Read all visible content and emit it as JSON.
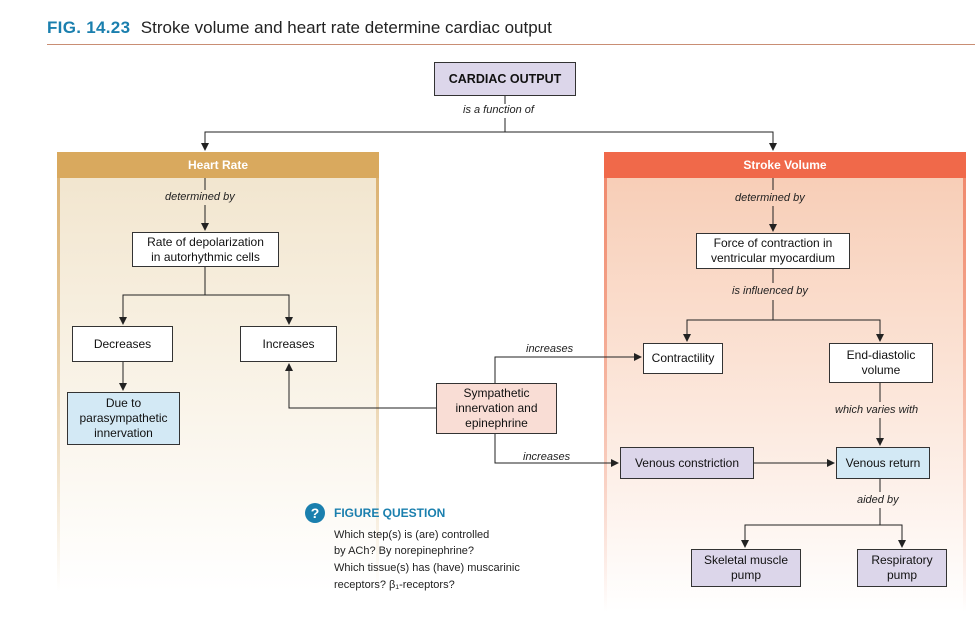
{
  "figure": {
    "number": "FIG. 14.23",
    "title": "Stroke volume and heart rate determine cardiac output"
  },
  "nodes": {
    "cardiac_output": "CARDIAC OUTPUT",
    "rate_depol": [
      "Rate of depolarization",
      "in autorhythmic cells"
    ],
    "decreases": "Decreases",
    "increases_box": "Increases",
    "parasym": [
      "Due to",
      "parasympathetic",
      "innervation"
    ],
    "sympathetic": [
      "Sympathetic",
      "innervation and",
      "epinephrine"
    ],
    "force": [
      "Force of contraction in",
      "ventricular myocardium"
    ],
    "contractility": "Contractility",
    "edv": [
      "End-diastolic",
      "volume"
    ],
    "venous_constriction": "Venous constriction",
    "venous_return": "Venous return",
    "skeletal_pump": [
      "Skeletal muscle",
      "pump"
    ],
    "respiratory_pump": [
      "Respiratory",
      "pump"
    ]
  },
  "panels": {
    "heart_rate": "Heart Rate",
    "stroke_volume": "Stroke Volume"
  },
  "edge_labels": {
    "is_function_of": "is a function of",
    "determined_by_hr": "determined by",
    "determined_by_sv": "determined by",
    "influenced_by": "is influenced by",
    "increases_top": "increases",
    "increases_bottom": "increases",
    "varies_with": "which varies with",
    "aided_by": "aided by"
  },
  "figure_question": {
    "icon": "?",
    "title": "FIGURE QUESTION",
    "lines": [
      "Which step(s) is (are) controlled",
      "by ACh? By norepinephrine?",
      "Which tissue(s) has (have) muscarinic",
      "receptors? β₁-receptors?"
    ]
  },
  "colors": {
    "accent_blue": "#1a7fae",
    "heart_rate_header": "#d9a95e",
    "stroke_volume_header": "#f0694a",
    "purple_box": "#dcd6ea",
    "blue_box": "#d3e9f5",
    "pink_box": "#f9ddd5"
  }
}
